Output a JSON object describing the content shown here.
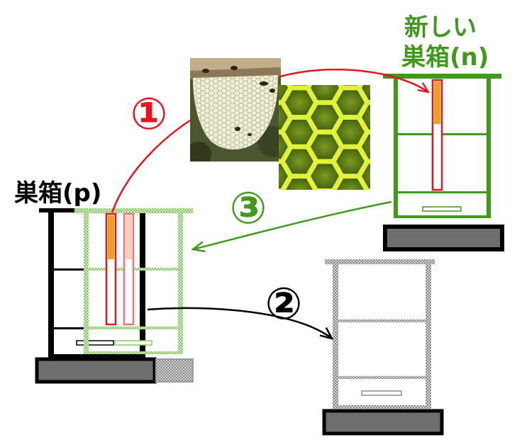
{
  "labels": {
    "new_hive_title_line1": "新しい",
    "new_hive_title_line2": "巣箱(n)",
    "old_hive_title": "巣箱(p)"
  },
  "steps": [
    {
      "marker": "①",
      "color": "#e8141c"
    },
    {
      "marker": "②",
      "color": "#000000"
    },
    {
      "marker": "③",
      "color": "#3f9a1b"
    }
  ],
  "colors": {
    "new_hive": "#3f9a1b",
    "old_hive": "#000000",
    "transferred_box": "#8cc86e",
    "empty_hive": "#8a8a8a",
    "comb_frame": "#e8141c",
    "comb_top": "#f0a020",
    "base": "#6e6e6e"
  }
}
